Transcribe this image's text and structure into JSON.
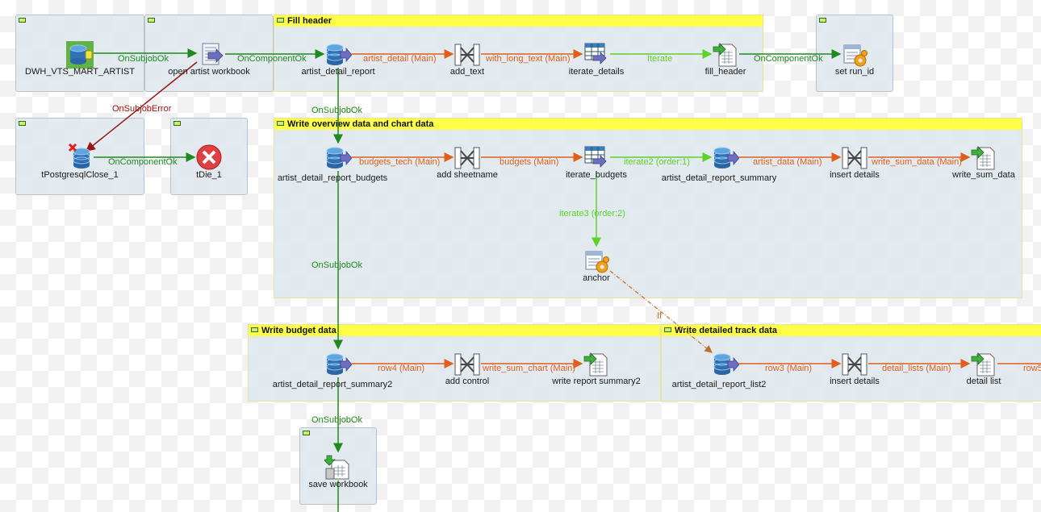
{
  "subjobs": {
    "fill_header": "Fill header",
    "write_overview": "Write overview data and chart data",
    "write_budget": "Write budget data",
    "write_detailed": "Write detailed track data"
  },
  "components": {
    "dwh": "DWH_VTS_MART_ARTIST",
    "open_wb": "open artist workbook",
    "adr": "artist_detail_report",
    "add_text": "add_text",
    "iterate_details": "iterate_details",
    "fill_header": "fill_header",
    "set_run_id": "set run_id",
    "pg_close": "tPostgresqlClose_1",
    "tdie": "tDie_1",
    "adr_budgets": "artist_detail_report_budgets",
    "add_sheetname": "add sheetname",
    "iterate_budgets": "iterate_budgets",
    "adr_summary": "artist_detail_report_summary",
    "insert_details_1": "insert details",
    "write_sum_data": "write_sum_data",
    "anchor": "anchor",
    "adr_summary2": "artist_detail_report_summary2",
    "add_control": "add control",
    "write_report_summary2": "write report summary2",
    "adr_list2": "artist_detail_report_list2",
    "insert_details_2": "insert details",
    "detail_list": "detail list",
    "save_workbook": "save workbook"
  },
  "connections": {
    "c1": "OnSubjobOk",
    "c2": "OnComponentOk",
    "c3": "artist_detail (Main)",
    "c4": "with_long_text (Main)",
    "c5": "Iterate",
    "c6": "OnComponentOk",
    "c7": "OnSubjobError",
    "c8": "OnComponentOk",
    "c9": "OnSubjobOk",
    "c10": "budgets_tech (Main)",
    "c11": "budgets (Main)",
    "c12": "iterate2 (order:1)",
    "c13": "artist_data (Main)",
    "c14": "write_sum_data (Main)",
    "c15": "iterate3 (order:2)",
    "c16": "OnSubjobOk",
    "c17": "If",
    "c18": "row4 (Main)",
    "c19": "write_sum_chart (Main)",
    "c20": "row3 (Main)",
    "c21": "detail_lists (Main)",
    "c22": "row5",
    "c23": "OnSubjobOk"
  },
  "colors": {
    "main_link": "#e0601a",
    "ok_link": "#1f8a1f",
    "iterate_link": "#5ed12a",
    "error_link": "#9a1414",
    "if_link": "#c0702a",
    "subjob_title": "#ffff4a"
  },
  "icons": {
    "db_input": "database-input-icon",
    "db_output": "database-output-icon",
    "tmap": "tmap-icon",
    "flow_iterate": "flow-iterate-icon",
    "excel_output": "excel-output-icon",
    "java_row": "java-row-icon",
    "die": "die-icon",
    "workbook": "workbook-icon"
  }
}
